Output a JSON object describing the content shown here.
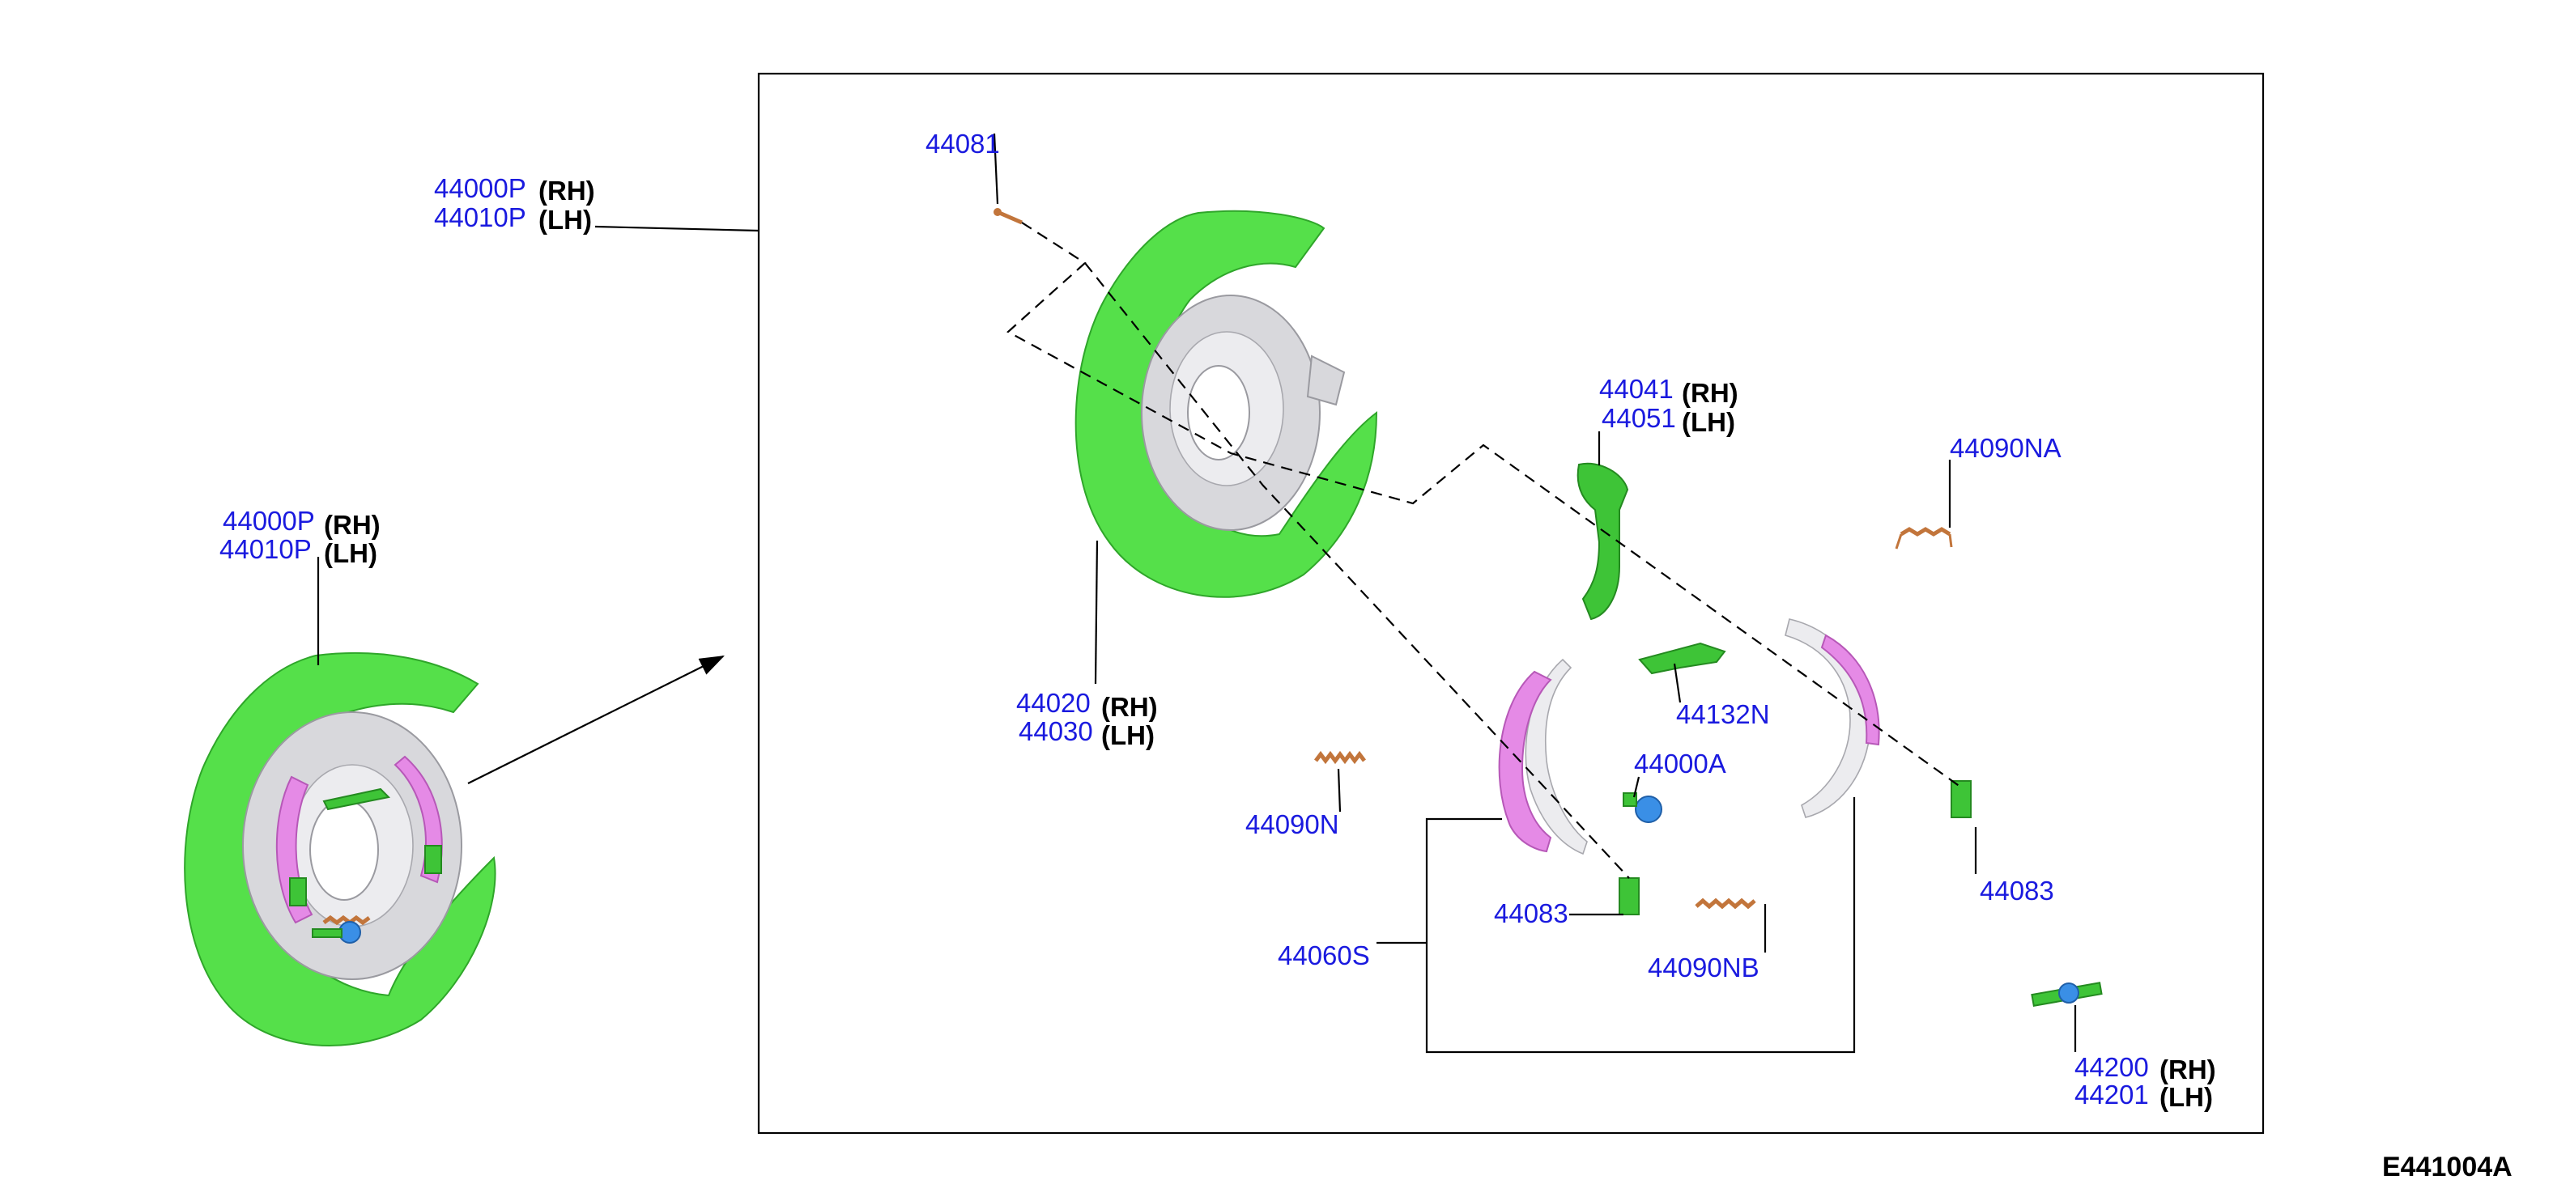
{
  "figure_id": "E441004A",
  "overview": {
    "dust_shield_rh": "44000P",
    "dust_shield_lh": "44010P",
    "tag_rh": "(RH)",
    "tag_lh": "(LH)"
  },
  "callouts": {
    "backplate_rh": "44000P",
    "backplate_lh": "44010P",
    "pin": "44081",
    "shield_rh": "44020",
    "shield_lh": "44030",
    "lever_rh": "44041",
    "lever_lh": "44051",
    "spring_a": "44090NA",
    "strut": "44132N",
    "adjuster_nut": "44000A",
    "spring_n": "44090N",
    "clip_left": "44083",
    "clip_right": "44083",
    "shoe_set": "44060S",
    "spring_nb": "44090NB",
    "adjuster_rh": "44200",
    "adjuster_lh": "44201",
    "tag_rh": "(RH)",
    "tag_lh": "(LH)"
  },
  "colors": {
    "part_number": "#1a1adf",
    "dust_shield": "#55e04a",
    "lining": "#e58ae6",
    "steel": "#d8d8dc",
    "spring": "#c2753b",
    "adjuster": "#3a8fe6"
  }
}
